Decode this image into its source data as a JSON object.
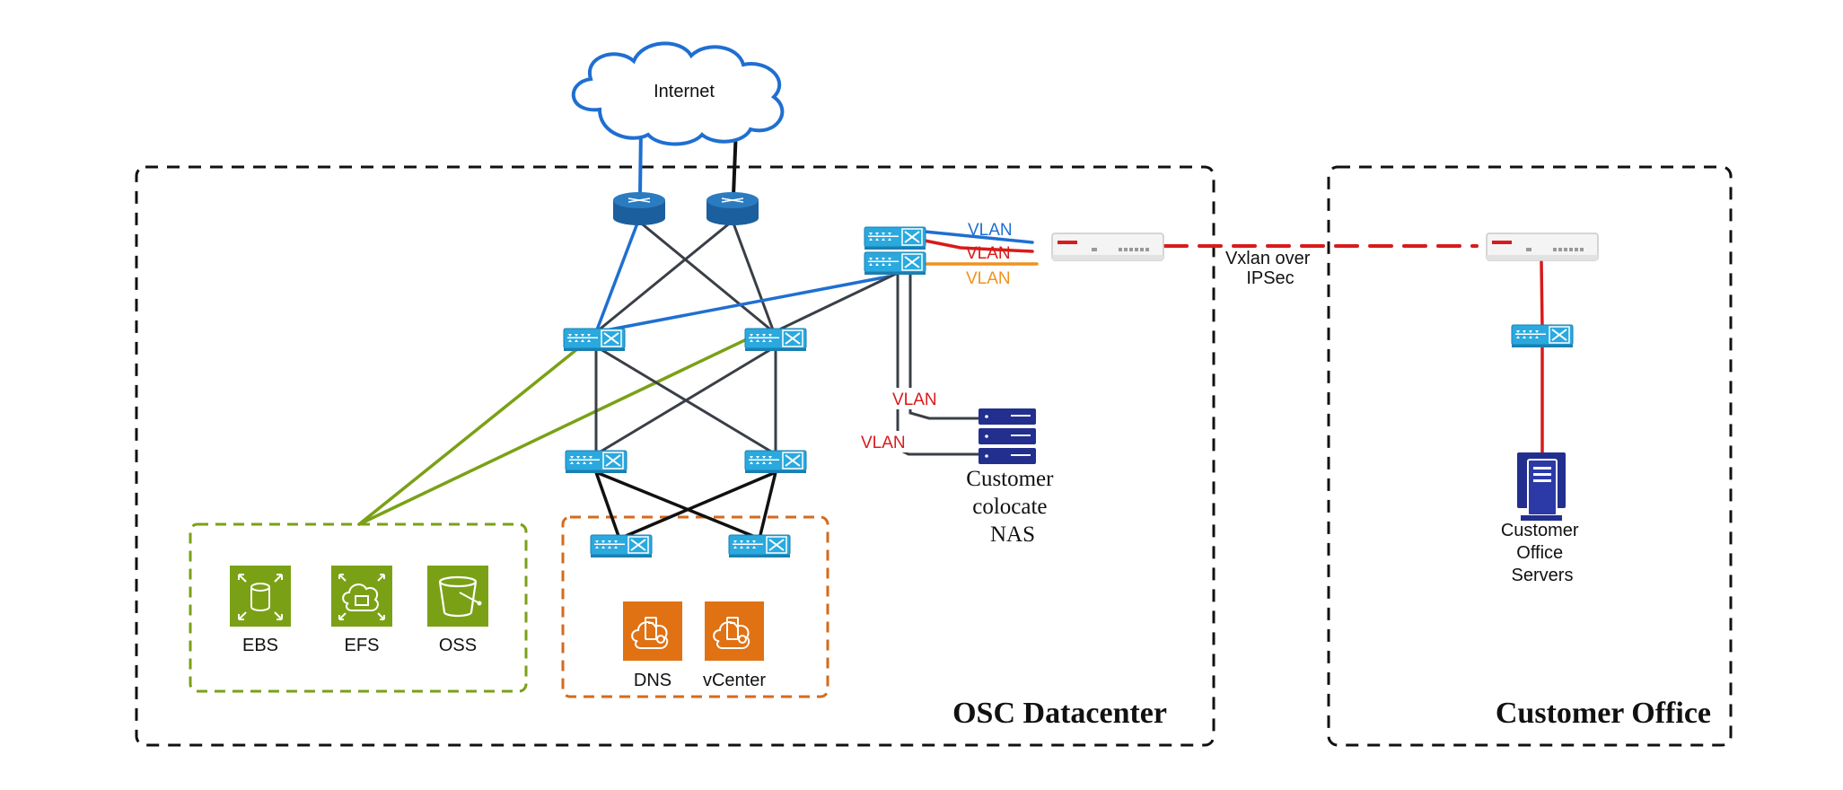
{
  "zones": {
    "datacenter": "OSC Datacenter",
    "office": "Customer Office"
  },
  "internet": "Internet",
  "storage": {
    "items": [
      "EBS",
      "EFS",
      "OSS"
    ]
  },
  "services": {
    "items": [
      "DNS",
      "vCenter"
    ]
  },
  "vlan": {
    "top_blue": "VLAN",
    "top_red": "VLAN",
    "top_orange": "VLAN",
    "nas_1": "VLAN",
    "nas_2": "VLAN"
  },
  "nas_label": [
    "Customer",
    "colocate",
    "NAS"
  ],
  "tunnel_label": [
    "Vxlan over",
    "IPSec"
  ],
  "office_servers_label": [
    "Customer",
    "Office",
    "Servers"
  ],
  "colors": {
    "blue_link": "#1f6fd1",
    "dark_link": "#3a3f47",
    "green_link": "#7aa116",
    "red_link": "#d81b1b",
    "orange_link": "#f0921e",
    "switch": "#2aa9df",
    "router": "#2b7bc0",
    "aws_green": "#7aa116",
    "aws_orange": "#e07214",
    "server_navy": "#232f8e"
  }
}
